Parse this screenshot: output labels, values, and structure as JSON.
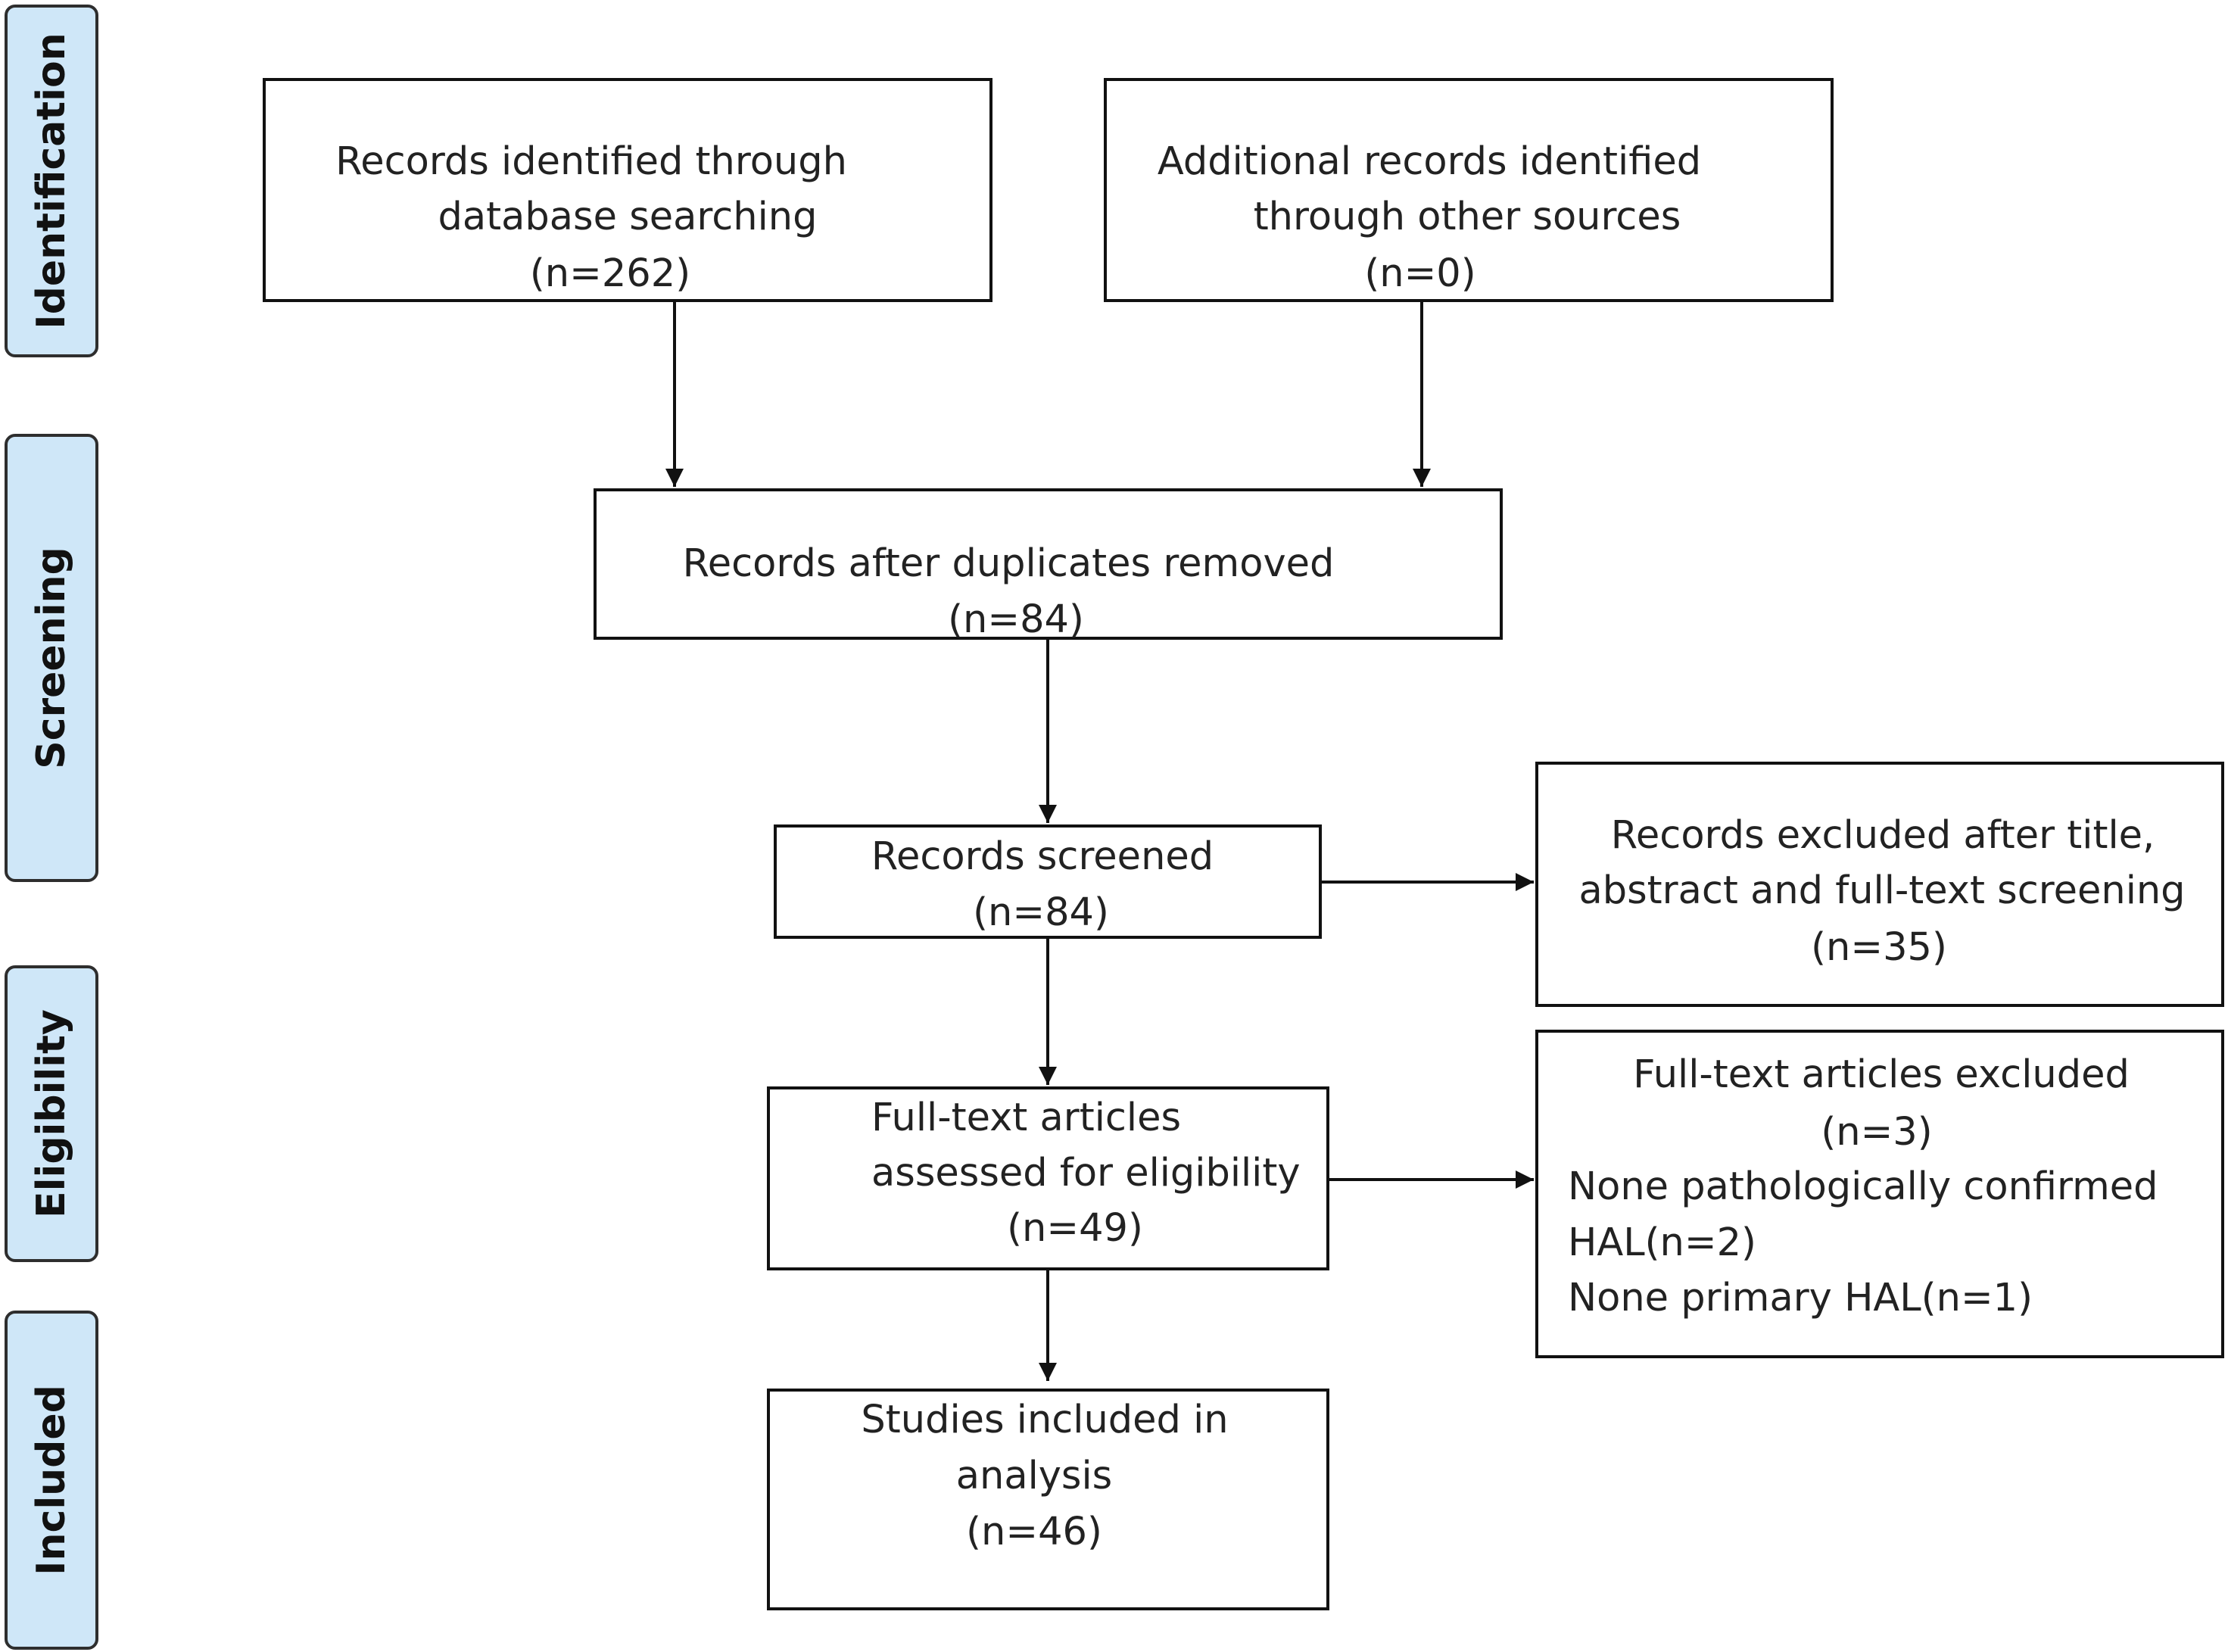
{
  "phases": {
    "identification": "Identification",
    "screening": "Screening",
    "eligibility": "Eligibility",
    "included": "Included"
  },
  "boxes": {
    "database": {
      "lines": [
        "Records identified through",
        "database searching",
        "(n=262)"
      ]
    },
    "other_sources": {
      "lines": [
        "Additional records identified",
        "through other sources",
        "(n=0)"
      ]
    },
    "after_duplicates": {
      "lines": [
        "Records after duplicates removed",
        "(n=84)"
      ]
    },
    "screened": {
      "lines": [
        "Records screened",
        "(n=84)"
      ]
    },
    "excluded_screening": {
      "lines": [
        "Records excluded after title,",
        "abstract and full-text screening",
        "(n=35)"
      ]
    },
    "full_text_assessed": {
      "lines": [
        "Full-text articles",
        "assessed for eligibility",
        "(n=49)"
      ]
    },
    "full_text_excluded": {
      "lines": [
        "Full-text articles excluded",
        "(n=3)",
        "None pathologically confirmed",
        "HAL(n=2)",
        "None primary HAL(n=1)"
      ]
    },
    "included": {
      "lines": [
        "Studies included in",
        "analysis",
        "(n=46)"
      ]
    }
  },
  "colors": {
    "phase_fill": "#cfe7f8",
    "line": "#111111"
  }
}
